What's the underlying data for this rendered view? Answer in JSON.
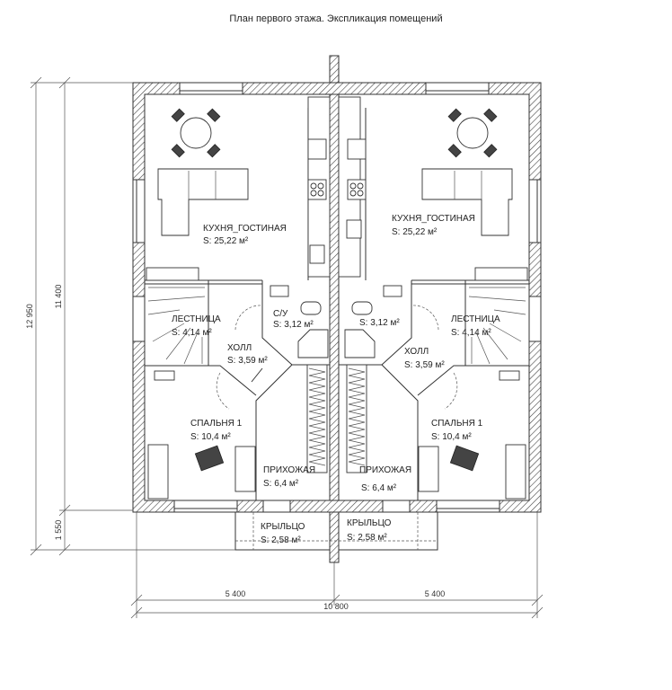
{
  "title": "План первого этажа. Экспликация помещений",
  "rooms": {
    "kitchen": {
      "name": "КУХНЯ_ГОСТИНАЯ",
      "area": "S: 25,22 м²"
    },
    "bathroom": {
      "name": "С/У",
      "area": "S: 3,12 м²"
    },
    "stairs": {
      "name": "ЛЕСТНИЦА",
      "area": "S: 4,14 м²"
    },
    "hall": {
      "name": "ХОЛЛ",
      "area": "S: 3,59 м²"
    },
    "bedroom": {
      "name": "СПАЛЬНЯ 1",
      "area": "S: 10,4 м²"
    },
    "entry": {
      "name": "ПРИХОЖАЯ",
      "area": "S: 6,4 м²"
    },
    "porch": {
      "name": "КРЫЛЬЦО",
      "area": "S: 2,58 м²"
    }
  },
  "dimensions": {
    "total_height": "12 950",
    "house_height": "11 400",
    "porch_depth": "1 550",
    "half_width_left": "5 400",
    "half_width_right": "5 400",
    "total_width": "10 800"
  }
}
